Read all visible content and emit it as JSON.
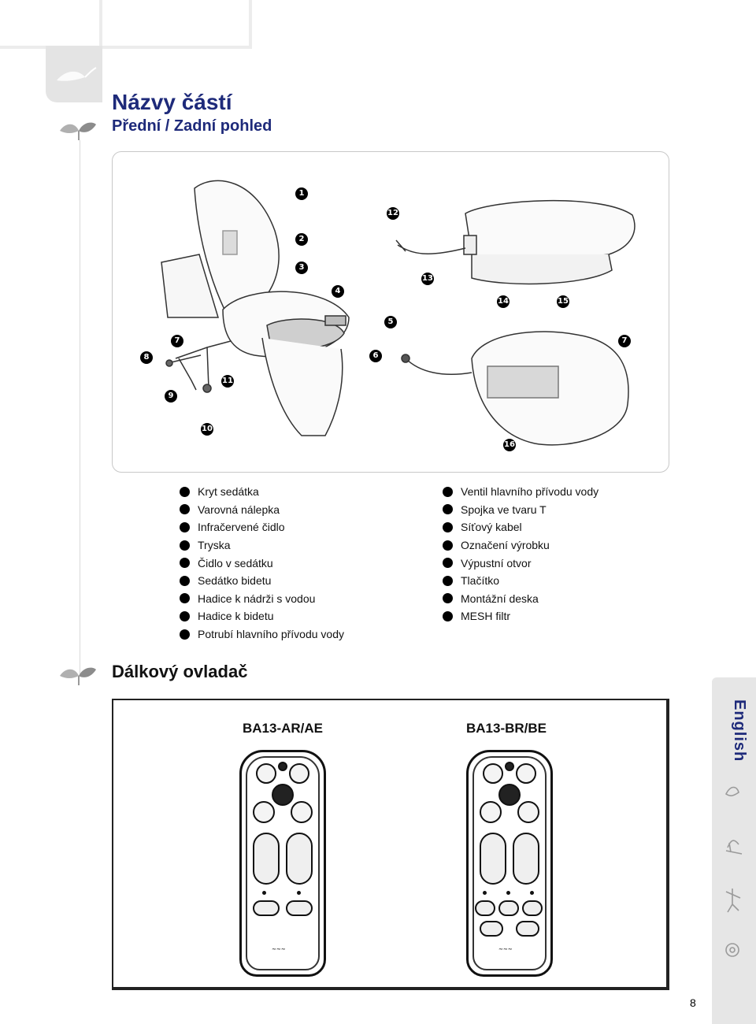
{
  "header": {
    "title": "Názvy částí",
    "subtitle": "Přední / Zadní pohled"
  },
  "parts": {
    "left": [
      "Kryt sedátka",
      "Varovná nálepka",
      "Infračervené čidlo",
      "Tryska",
      "Čidlo v sedátku",
      "Sedátko bidetu",
      "Hadice k nádrži s vodou",
      "Hadice k bidetu",
      "Potrubí hlavního přívodu vody"
    ],
    "right": [
      "Ventil hlavního přívodu vody",
      "Spojka ve tvaru T",
      "Síťový kabel",
      "Označení výrobku",
      "Výpustní otvor",
      "Tlačítko",
      "Montážní deska",
      "MESH filtr"
    ]
  },
  "callouts": [
    "1",
    "2",
    "3",
    "4",
    "5",
    "6",
    "7",
    "8",
    "9",
    "10",
    "11",
    "12",
    "13",
    "14",
    "15",
    "7",
    "16"
  ],
  "remote": {
    "section_title": "Dálkový ovladač",
    "model_a": "BA13-AR/AE",
    "model_b": "BA13-BR/BE"
  },
  "sidebar": {
    "language": "English"
  },
  "footer": {
    "page_number": "8"
  }
}
